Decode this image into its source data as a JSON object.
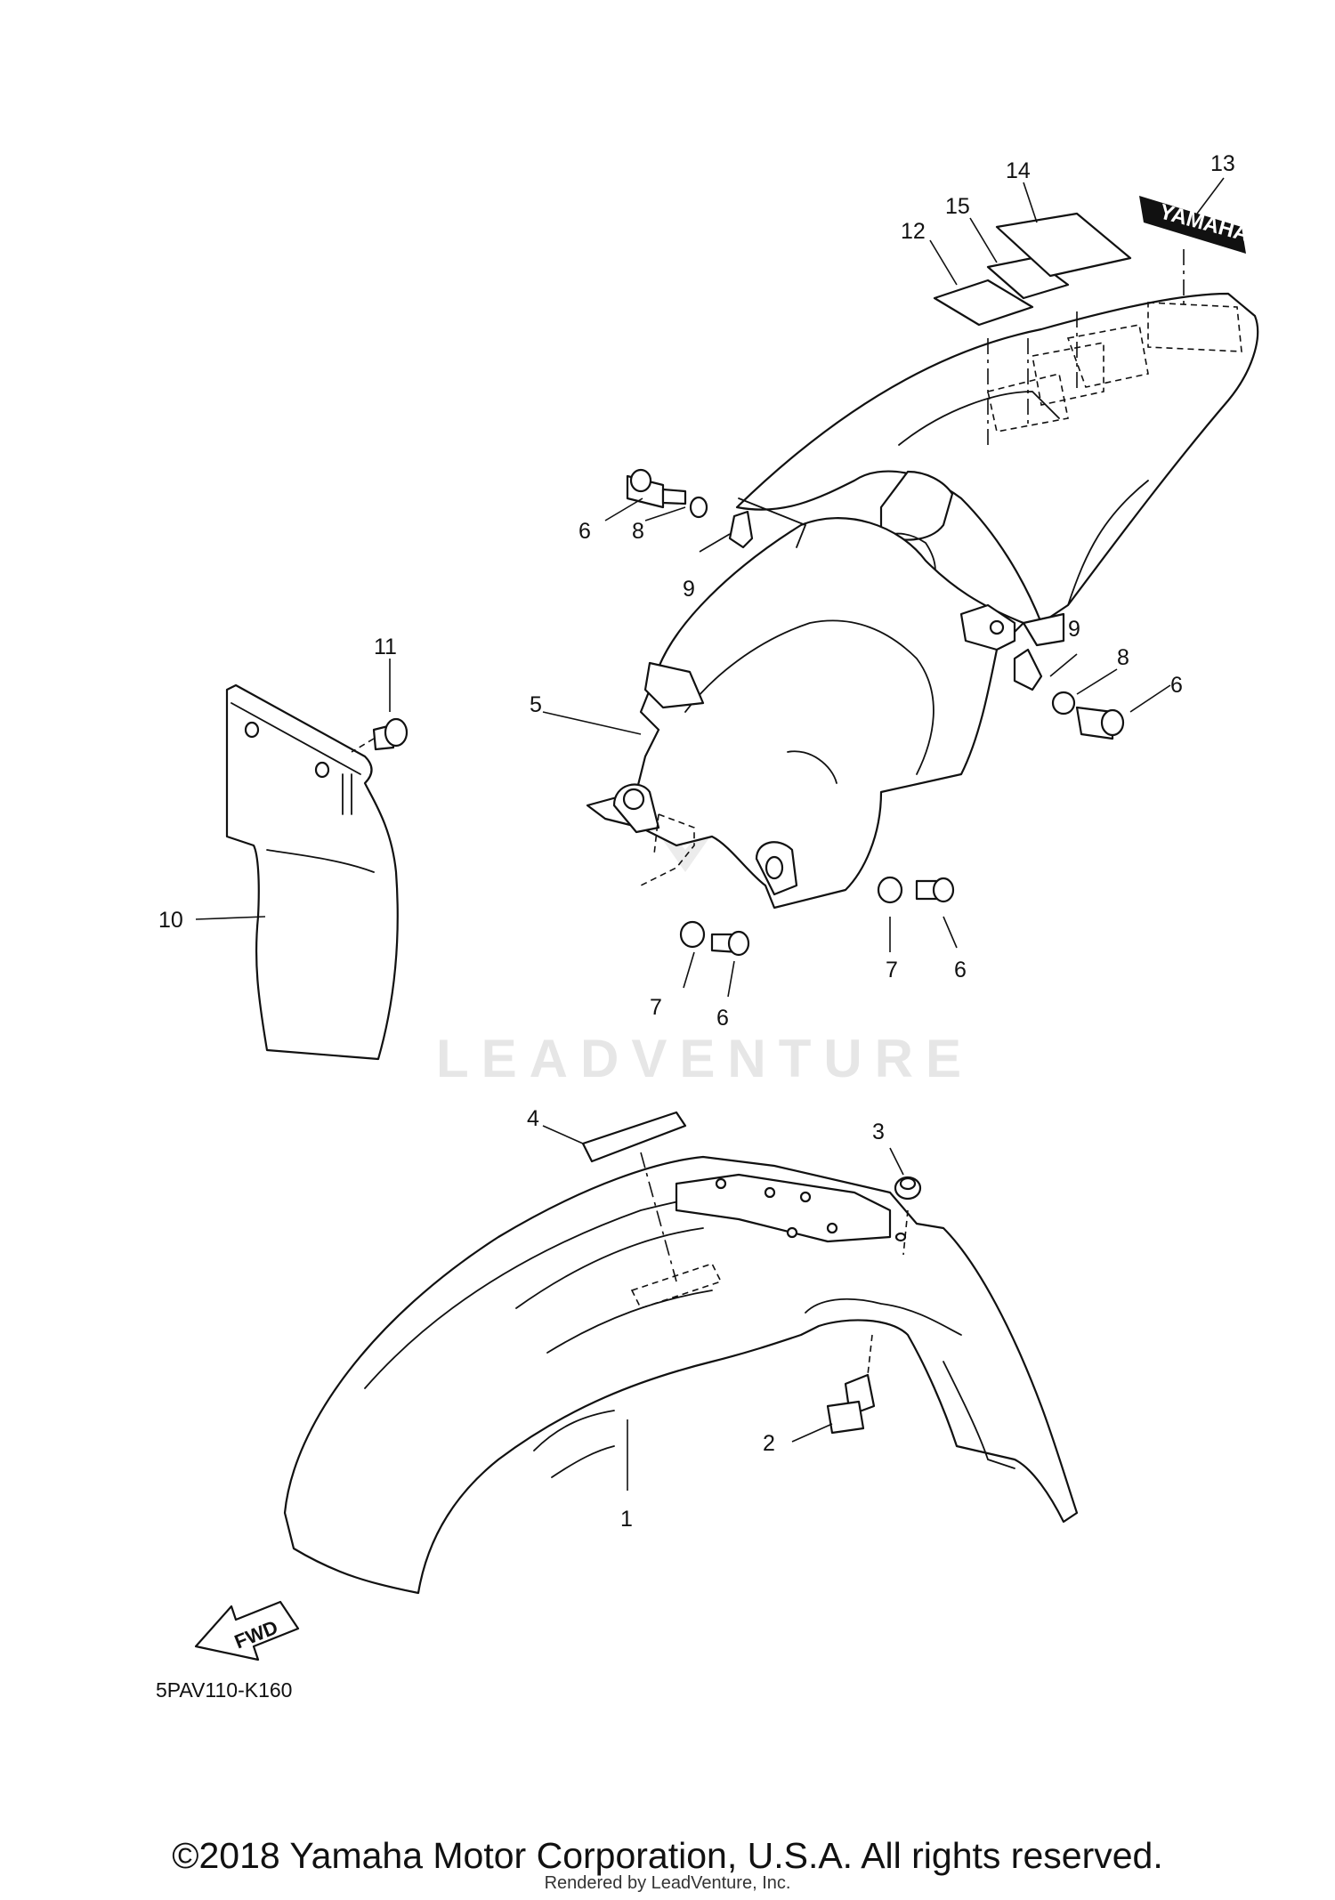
{
  "diagram": {
    "callouts": [
      "1",
      "2",
      "3",
      "4",
      "5",
      "6",
      "6",
      "6",
      "6",
      "7",
      "7",
      "8",
      "8",
      "9",
      "9",
      "10",
      "11",
      "12",
      "13",
      "14",
      "15"
    ],
    "watermark": "LEADVENTURE",
    "fwd_label": "FWD",
    "decal_brand": "YAMAHA",
    "part_code": "5PAV110-K160"
  },
  "footer": {
    "copyright": "©2018 Yamaha Motor Corporation, U.S.A. All rights reserved.",
    "rendered_by": "Rendered by LeadVenture, Inc."
  }
}
